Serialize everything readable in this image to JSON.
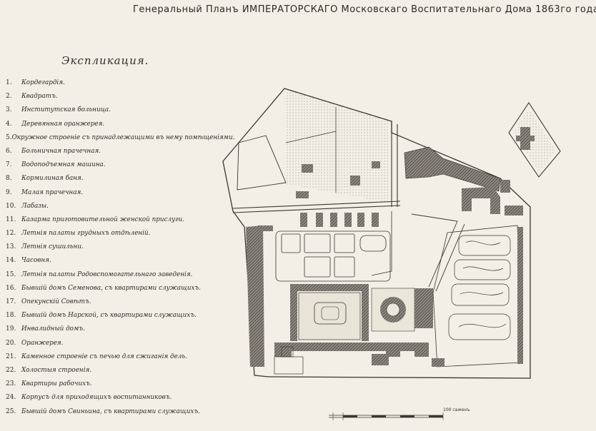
{
  "title": "Генеральный Планъ ИМПЕРАТОРСКАГО Московскаго Воспитательнаго Дома 1863го года.",
  "explication_title": "Экспликация.",
  "legend": [
    {
      "num": "1.",
      "text": "Кордегардія."
    },
    {
      "num": "2.",
      "text": "Квадратъ."
    },
    {
      "num": "3.",
      "text": "Институтская больница."
    },
    {
      "num": "4.",
      "text": "Деревянная оранжерея."
    },
    {
      "num": "5.",
      "text": "Окружное строеніе съ принадлежащими въ нему помѣщеніями."
    },
    {
      "num": "6.",
      "text": "Больничная прачечная."
    },
    {
      "num": "7.",
      "text": "Водоподъемная машина."
    },
    {
      "num": "8.",
      "text": "Кормилиная баня."
    },
    {
      "num": "9.",
      "text": "Малая прачечная."
    },
    {
      "num": "10.",
      "text": "Лабазы."
    },
    {
      "num": "11.",
      "text": "Казарма приготовительной женской прислуги."
    },
    {
      "num": "12.",
      "text": "Летнія палаты грудныхъ отдѣленій."
    },
    {
      "num": "13.",
      "text": "Летнія сушильни."
    },
    {
      "num": "14.",
      "text": "Часовня."
    },
    {
      "num": "15.",
      "text": "Летнія палаты Родовспомогательнаго заведенія."
    },
    {
      "num": "16.",
      "text": "Бывшій домъ Семенова, съ квартирами служащихъ."
    },
    {
      "num": "17.",
      "text": "Опекунскій Совѣтъ."
    },
    {
      "num": "18.",
      "text": "Бывшій домъ Нарской, съ квартирами служащихъ."
    },
    {
      "num": "19.",
      "text": "Инвалидный домъ."
    },
    {
      "num": "20.",
      "text": "Оранжерея."
    },
    {
      "num": "21.",
      "text": "Каменное строеніе съ печью для сжиганія дель."
    },
    {
      "num": "22.",
      "text": "Холостыя строенія."
    },
    {
      "num": "23.",
      "text": "Квартиры рабочихъ."
    },
    {
      "num": "24.",
      "text": "Корпусъ для приходящихъ воспитанниковъ."
    },
    {
      "num": "25.",
      "text": "Бывшій домъ Свиньина, съ квартирами служащихъ."
    }
  ],
  "scale_label": "100 саженъ",
  "colors": {
    "paper": "#f3efe6",
    "ink": "#2d2a26",
    "hatch": "#5a5650"
  }
}
